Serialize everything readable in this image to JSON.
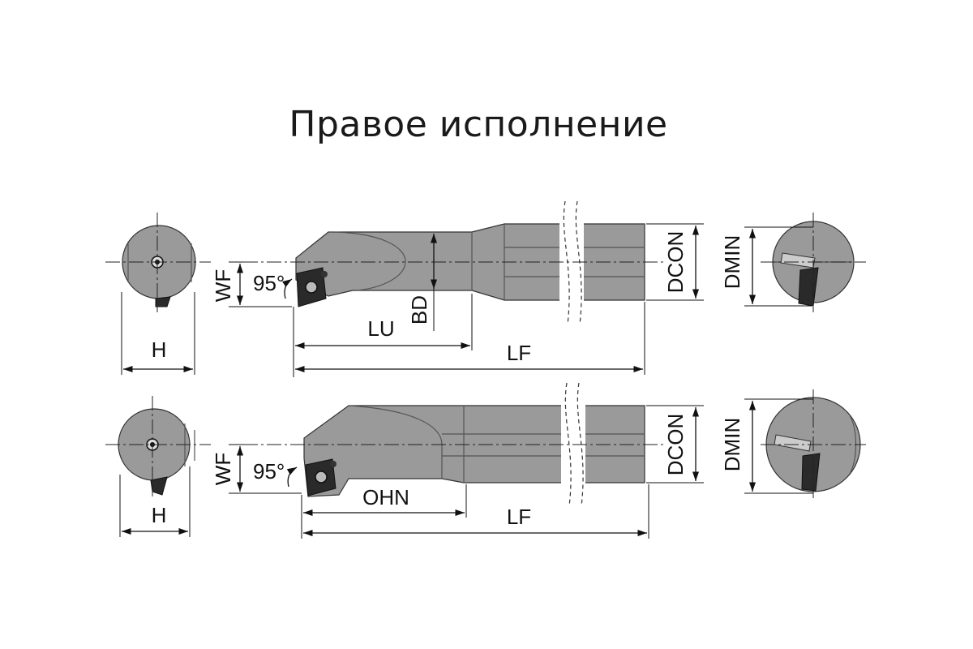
{
  "title": "Правое исполнение",
  "colors": {
    "body": "#9a9a9a",
    "outline": "#333333",
    "insert": "#2a2a2a",
    "text": "#111111"
  },
  "top_view": {
    "labels": {
      "h": "H",
      "wf": "WF",
      "angle": "95°",
      "bd": "BD",
      "lu": "LU",
      "lf": "LF",
      "dcon": "DCON",
      "dmin": "DMIN"
    }
  },
  "bottom_view": {
    "labels": {
      "h": "H",
      "wf": "WF",
      "angle": "95°",
      "ohn": "OHN",
      "lf": "LF",
      "dcon": "DCON",
      "dmin": "DMIN"
    }
  }
}
